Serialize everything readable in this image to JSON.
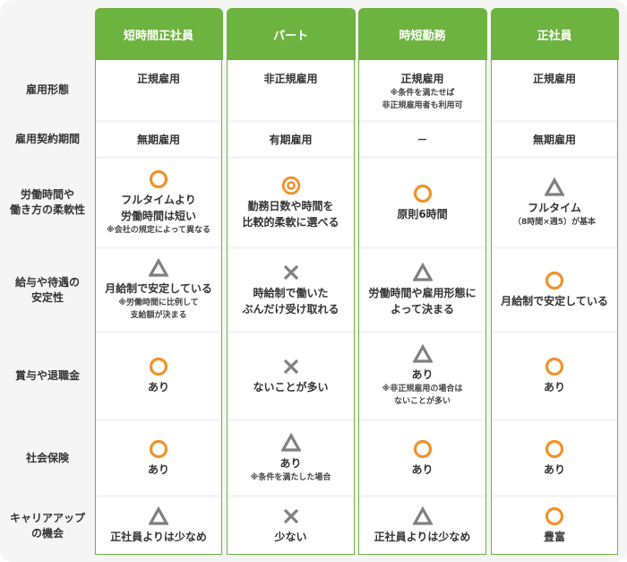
{
  "colors": {
    "accent_green": "#6db33f",
    "mark_orange": "#f0932b",
    "mark_gray": "#808080",
    "panel_bg": "#f5f5f5"
  },
  "columns": [
    {
      "label": "短時間正社員"
    },
    {
      "label": "パート"
    },
    {
      "label": "時短勤務"
    },
    {
      "label": "正社員"
    }
  ],
  "rows": [
    {
      "label": "雇用形態",
      "cells": [
        {
          "icon": "",
          "text": "正規雇用",
          "note": ""
        },
        {
          "icon": "",
          "text": "非正規雇用",
          "note": ""
        },
        {
          "icon": "",
          "text": "正規雇用",
          "note": "※条件を満たせば\n非正規雇用者も利用可"
        },
        {
          "icon": "",
          "text": "正規雇用",
          "note": ""
        }
      ]
    },
    {
      "label": "雇用契約期間",
      "cells": [
        {
          "icon": "",
          "text": "無期雇用",
          "note": ""
        },
        {
          "icon": "",
          "text": "有期雇用",
          "note": ""
        },
        {
          "icon": "",
          "text": "－",
          "note": ""
        },
        {
          "icon": "",
          "text": "無期雇用",
          "note": ""
        }
      ]
    },
    {
      "label": "労働時間や\n働き方の柔軟性",
      "cells": [
        {
          "icon": "circle",
          "text": "フルタイムより\n労働時間は短い",
          "note": "※会社の規定によって異なる"
        },
        {
          "icon": "double-circle",
          "text": "勤務日数や時間を\n比較的柔軟に選べる",
          "note": ""
        },
        {
          "icon": "circle",
          "text": "原則6時間",
          "note": ""
        },
        {
          "icon": "triangle",
          "text": "フルタイム",
          "note": "（8時間×週5）が基本"
        }
      ]
    },
    {
      "label": "給与や待遇の\n安定性",
      "cells": [
        {
          "icon": "triangle",
          "text": "月給制で安定している",
          "note": "※労働時間に比例して\n支給額が決まる"
        },
        {
          "icon": "cross",
          "text": "時給制で働いた\nぶんだけ受け取れる",
          "note": ""
        },
        {
          "icon": "triangle",
          "text": "労働時間や雇用形態に\nよって決まる",
          "note": ""
        },
        {
          "icon": "circle",
          "text": "月給制で安定している",
          "note": ""
        }
      ]
    },
    {
      "label": "賞与や退職金",
      "cells": [
        {
          "icon": "circle",
          "text": "あり",
          "note": ""
        },
        {
          "icon": "cross",
          "text": "ないことが多い",
          "note": ""
        },
        {
          "icon": "triangle",
          "text": "あり",
          "note": "※非正規雇用の場合は\nないことが多い"
        },
        {
          "icon": "circle",
          "text": "あり",
          "note": ""
        }
      ]
    },
    {
      "label": "社会保険",
      "cells": [
        {
          "icon": "circle",
          "text": "あり",
          "note": ""
        },
        {
          "icon": "triangle",
          "text": "あり",
          "note": "※条件を満たした場合"
        },
        {
          "icon": "circle",
          "text": "あり",
          "note": ""
        },
        {
          "icon": "circle",
          "text": "あり",
          "note": ""
        }
      ]
    },
    {
      "label": "キャリアアップ\nの機会",
      "cells": [
        {
          "icon": "triangle",
          "text": "正社員よりは少なめ",
          "note": ""
        },
        {
          "icon": "cross",
          "text": "少ない",
          "note": ""
        },
        {
          "icon": "triangle",
          "text": "正社員よりは少なめ",
          "note": ""
        },
        {
          "icon": "circle",
          "text": "豊富",
          "note": ""
        }
      ]
    }
  ]
}
